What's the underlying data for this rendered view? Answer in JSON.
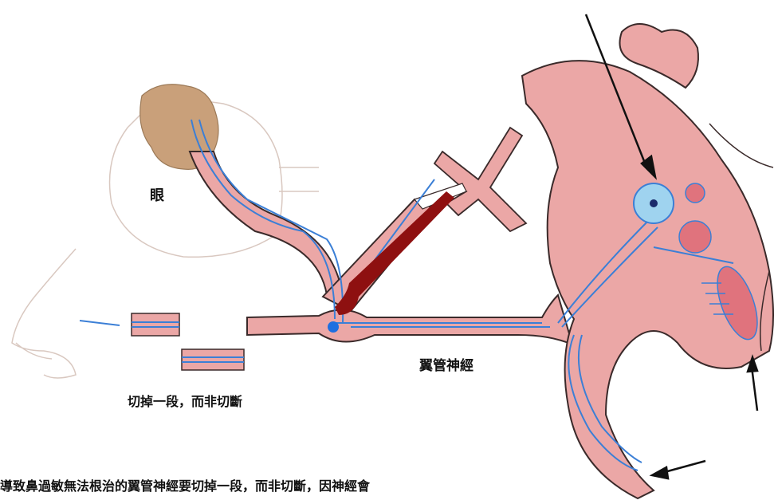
{
  "labels": {
    "eye": "眼",
    "vidian_nerve": "翼管神經",
    "cut_note": "切掉一段，而非切斷",
    "caption": "導致鼻過敏無法根治的翼管神經要切掉一段，而非切斷，因神經會"
  },
  "colors": {
    "tissue": "#eba7a6",
    "tissue_outline": "#3a2a2a",
    "nerve": "#3b7fd6",
    "artery": "#8e1010",
    "ganglion": "#9fd3ef",
    "gland": "#c9a07a",
    "sketch": "#d9c8c0"
  }
}
